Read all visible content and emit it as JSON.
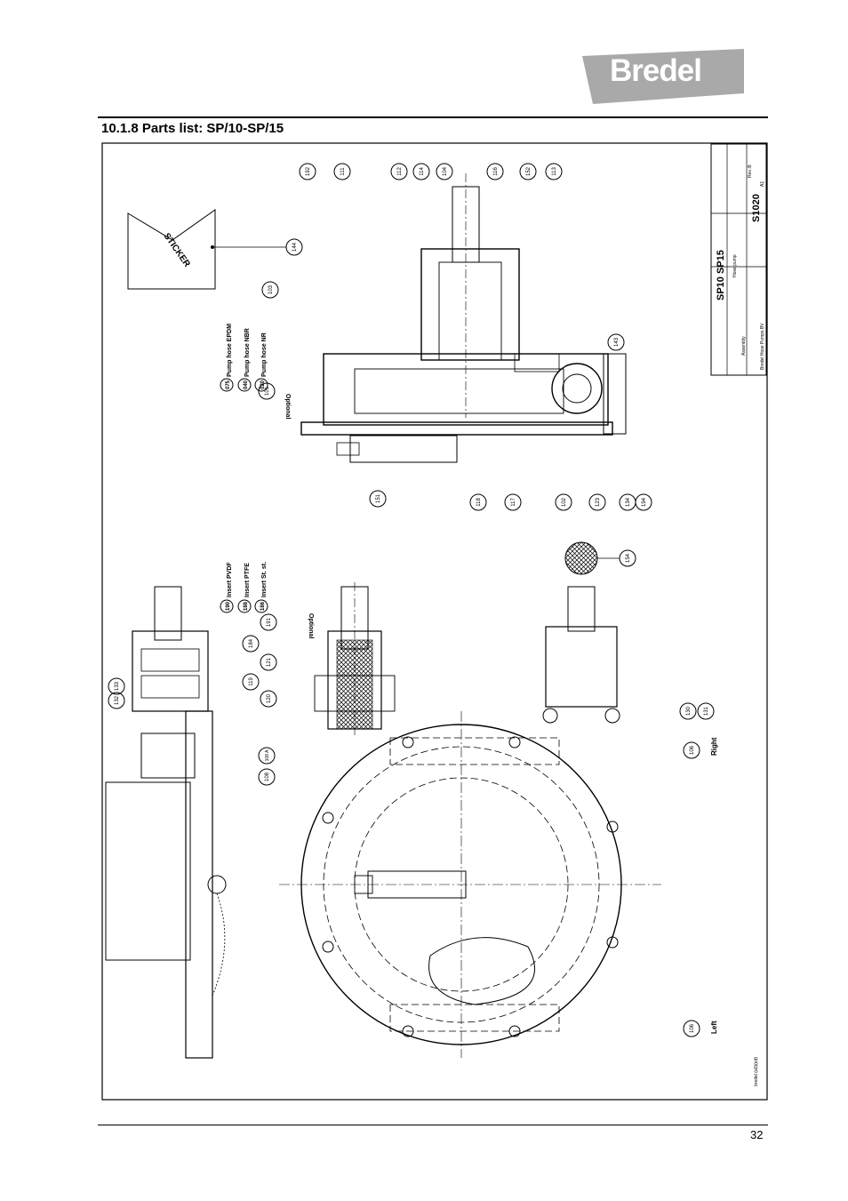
{
  "header": {
    "brand_logo": "Bredel",
    "section_title": "10.1.8  Parts list: SP/10-SP/15"
  },
  "drawing": {
    "sticker_label": "STICKER",
    "optional_label": "Optional",
    "hose_options": [
      {
        "code": "075",
        "label": "Pump hose EPDM"
      },
      {
        "code": "040",
        "label": "Pump hose NBR"
      },
      {
        "code": "020",
        "label": "Pump hose NR"
      }
    ],
    "insert_options": [
      {
        "code": "190",
        "label": "Insert PVDF"
      },
      {
        "code": "188",
        "label": "Insert PTFE"
      },
      {
        "code": "186",
        "label": "Insert St. st."
      }
    ],
    "callouts_top": [
      "192",
      "111",
      "112",
      "114",
      "104",
      "116",
      "152",
      "113"
    ],
    "callouts_bottom": [
      "151",
      "118",
      "117",
      "102",
      "123",
      "134",
      "194"
    ],
    "callouts_misc": [
      "144",
      "103",
      "101",
      "143",
      "154",
      "191",
      "184",
      "121",
      "119",
      "120",
      "130",
      "131",
      "106",
      "132",
      "133",
      "108",
      "108 A"
    ],
    "side_right_label": "Right",
    "side_left_label": "Left",
    "title_block": {
      "model": "SP10  SP15",
      "subtitle": "Hose pump",
      "drawing_number": "S1020",
      "revision": "Rev.:B",
      "sheet": "A1",
      "type_label": "Assembly",
      "company": "Bredel Hose Pumps BV"
    },
    "file_reference": "bredel (a0)(ed)",
    "colors": {
      "logo_bg": "#a9a9a9",
      "ink": "#000000"
    }
  },
  "footer": {
    "page_number": "32"
  }
}
